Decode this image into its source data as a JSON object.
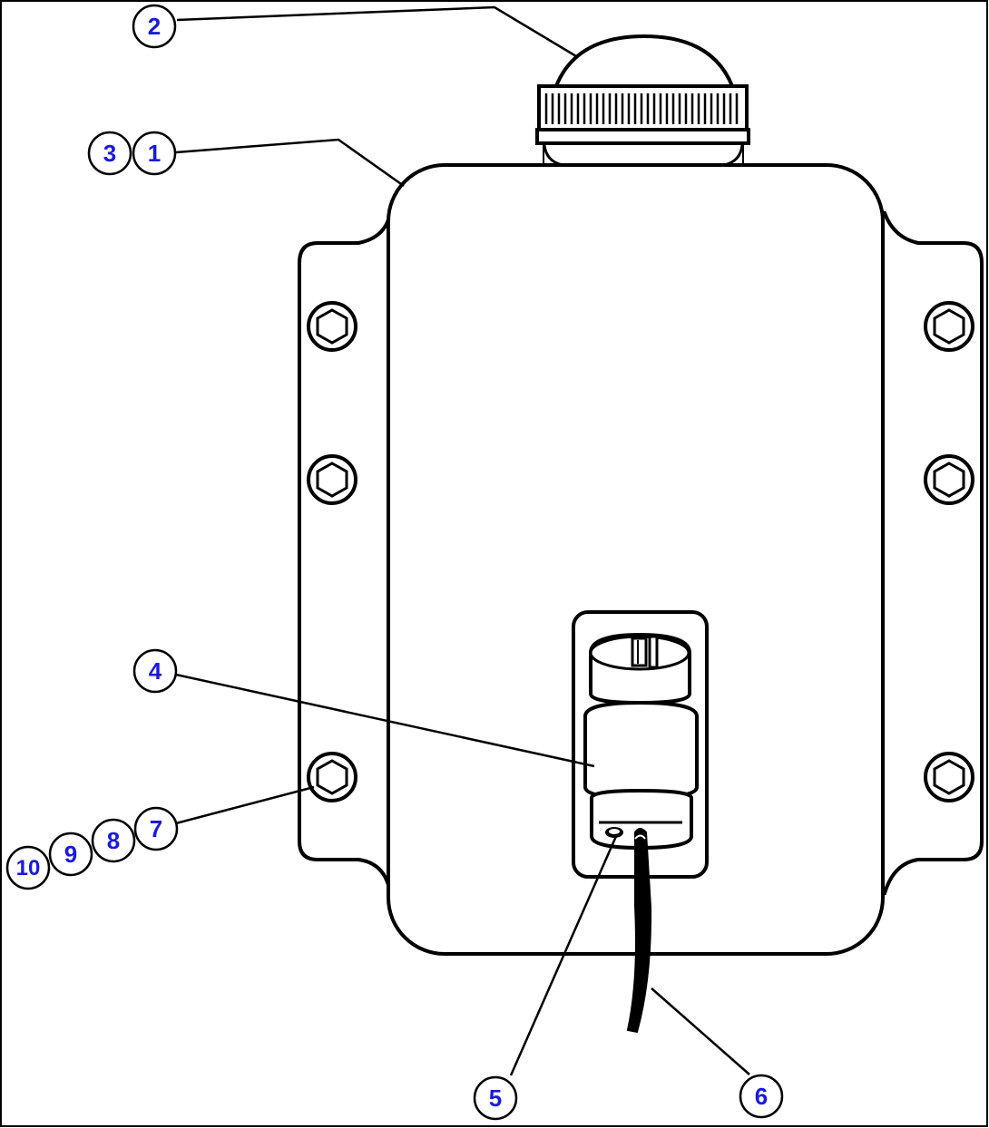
{
  "diagram": {
    "colors": {
      "line": "#000000",
      "callout_text": "#1a1adc",
      "background": "#ffffff"
    },
    "callouts": [
      {
        "id": "c1",
        "label": "1"
      },
      {
        "id": "c2",
        "label": "2"
      },
      {
        "id": "c3",
        "label": "3"
      },
      {
        "id": "c4",
        "label": "4"
      },
      {
        "id": "c5",
        "label": "5"
      },
      {
        "id": "c6",
        "label": "6"
      },
      {
        "id": "c7",
        "label": "7"
      },
      {
        "id": "c8",
        "label": "8"
      },
      {
        "id": "c9",
        "label": "9"
      },
      {
        "id": "c10",
        "label": "10"
      }
    ],
    "parts": [
      {
        "name": "reservoir-tank"
      },
      {
        "name": "filler-cap"
      },
      {
        "name": "mounting-bracket"
      },
      {
        "name": "mounting-bolts",
        "count": 6
      },
      {
        "name": "level-sensor-connector"
      },
      {
        "name": "wiring-harness"
      }
    ]
  }
}
